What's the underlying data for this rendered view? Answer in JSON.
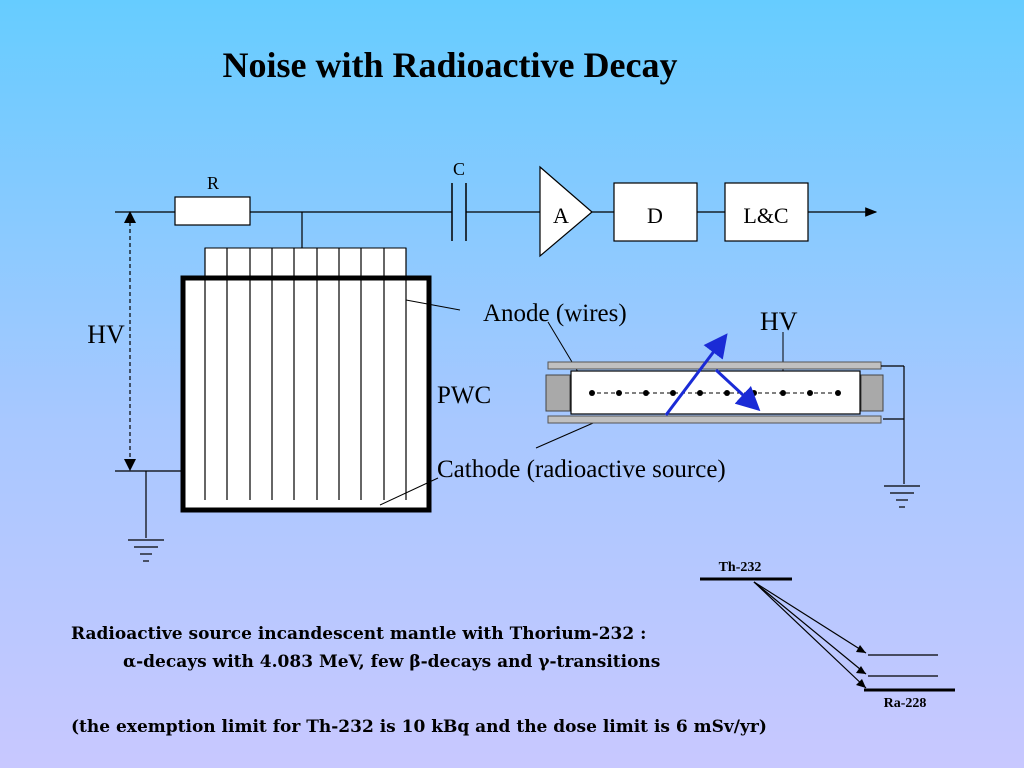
{
  "title": "Noise with Radioactive Decay",
  "circuit": {
    "resistor_label": "R",
    "capacitor_label": "C",
    "amplifier_label": "A",
    "discriminator_label": "D",
    "logic_label": "L&C",
    "hv_label": "HV"
  },
  "chamber": {
    "pwc_label": "PWC",
    "anode_label": "Anode (wires)",
    "cathode_label": "Cathode (radioactive source)",
    "hv_label": "HV"
  },
  "decay_scheme": {
    "parent": "Th-232",
    "daughter": "Ra-228"
  },
  "notes": {
    "line1": "Radioactive source incandescent mantle with Thorium-232 :",
    "line2": "α-decays with 4.083 MeV, few β-decays and γ-transitions",
    "line3": "(the exemption limit for Th-232 is 10 kBq and the dose limit is 6 mSv/yr)"
  },
  "colors": {
    "track": "#1a2bd6",
    "bg_top": "#66ccff",
    "bg_bottom": "#c8c8ff"
  }
}
